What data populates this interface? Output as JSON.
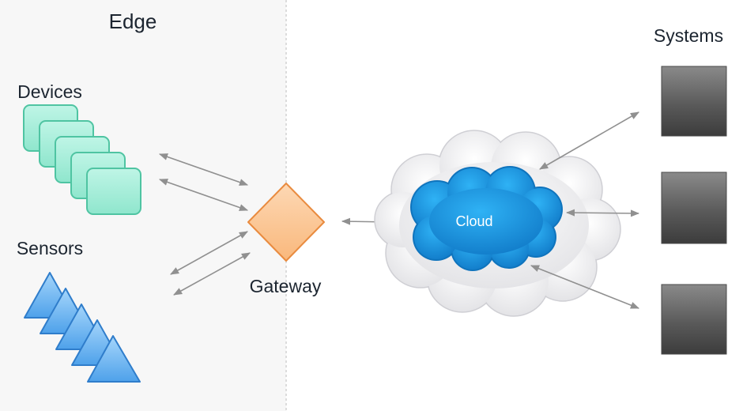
{
  "labels": {
    "edge": "Edge",
    "devices": "Devices",
    "sensors": "Sensors",
    "gateway": "Gateway",
    "cloud": "Cloud",
    "systems": "Systems"
  },
  "colors": {
    "edge_panel": "#f6f6f6",
    "divider": "#dddddd",
    "device_fill": "#a8efdc",
    "device_stroke": "#4fc4a2",
    "sensor_fill": "#6fb6f2",
    "sensor_stroke": "#2f7dcb",
    "gateway_fill": "#fcc99a",
    "gateway_stroke": "#e98b3f",
    "outer_cloud": "#ececee",
    "inner_cloud": "#1e9de6",
    "system_box": "#555555",
    "arrow": "#909090"
  },
  "counts": {
    "devices": 5,
    "sensors": 5,
    "systems": 3
  }
}
